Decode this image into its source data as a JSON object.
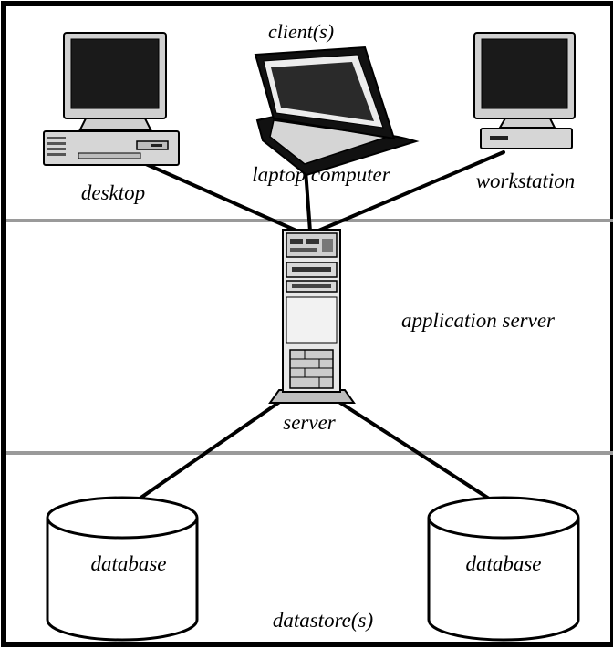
{
  "diagram": {
    "tiers": {
      "clients": "client(s)",
      "application": "application server",
      "datastores": "datastore(s)"
    },
    "nodes": {
      "desktop": "desktop",
      "laptop": "laptop computer",
      "workstation": "workstation",
      "server": "server",
      "database_left": "database",
      "database_right": "database"
    },
    "edges": [
      {
        "from": "desktop",
        "to": "server"
      },
      {
        "from": "laptop",
        "to": "server"
      },
      {
        "from": "workstation",
        "to": "server"
      },
      {
        "from": "server",
        "to": "database_left"
      },
      {
        "from": "server",
        "to": "database_right"
      }
    ]
  }
}
